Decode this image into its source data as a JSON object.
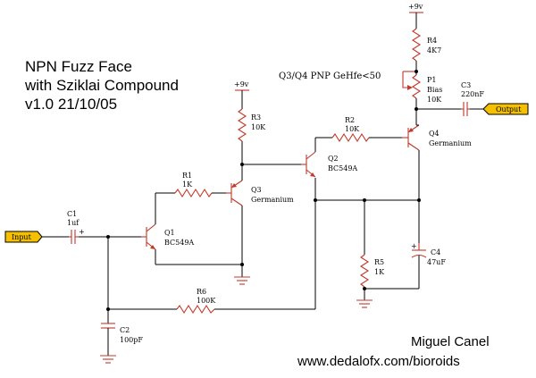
{
  "title": {
    "line1": "NPN Fuzz Face",
    "line2": "with Sziklai Compound",
    "line3": "v1.0 21/10/05"
  },
  "note": "Q3/Q4 PNP GeHfe<50",
  "credits": {
    "author": "Miguel Canel",
    "url": "www.dedalofx.com/bioroids"
  },
  "ports": {
    "input": "Input",
    "output": "Output"
  },
  "supply": {
    "main": "+9v",
    "stage": "+9v"
  },
  "components": {
    "R1": {
      "ref": "R1",
      "value": "1K"
    },
    "R2": {
      "ref": "R2",
      "value": "10K"
    },
    "R3": {
      "ref": "R3",
      "value": "10K"
    },
    "R4": {
      "ref": "R4",
      "value": "4K7"
    },
    "R5": {
      "ref": "R5",
      "value": "1K"
    },
    "R6": {
      "ref": "R6",
      "value": "100K"
    },
    "P1": {
      "ref": "P1",
      "name": "Bias",
      "value": "10K"
    },
    "C1": {
      "ref": "C1",
      "value": "1uf"
    },
    "C2": {
      "ref": "C2",
      "value": "100pF"
    },
    "C3": {
      "ref": "C3",
      "value": "220nF"
    },
    "C4": {
      "ref": "C4",
      "value": "47uF"
    },
    "Q1": {
      "ref": "Q1",
      "part": "BC549A"
    },
    "Q2": {
      "ref": "Q2",
      "part": "BC549A"
    },
    "Q3": {
      "ref": "Q3",
      "part": "Germanium"
    },
    "Q4": {
      "ref": "Q4",
      "part": "Germanium"
    }
  },
  "colors": {
    "wire": "#000000",
    "component": "#c0392b",
    "port_fill": "#f5c000"
  }
}
